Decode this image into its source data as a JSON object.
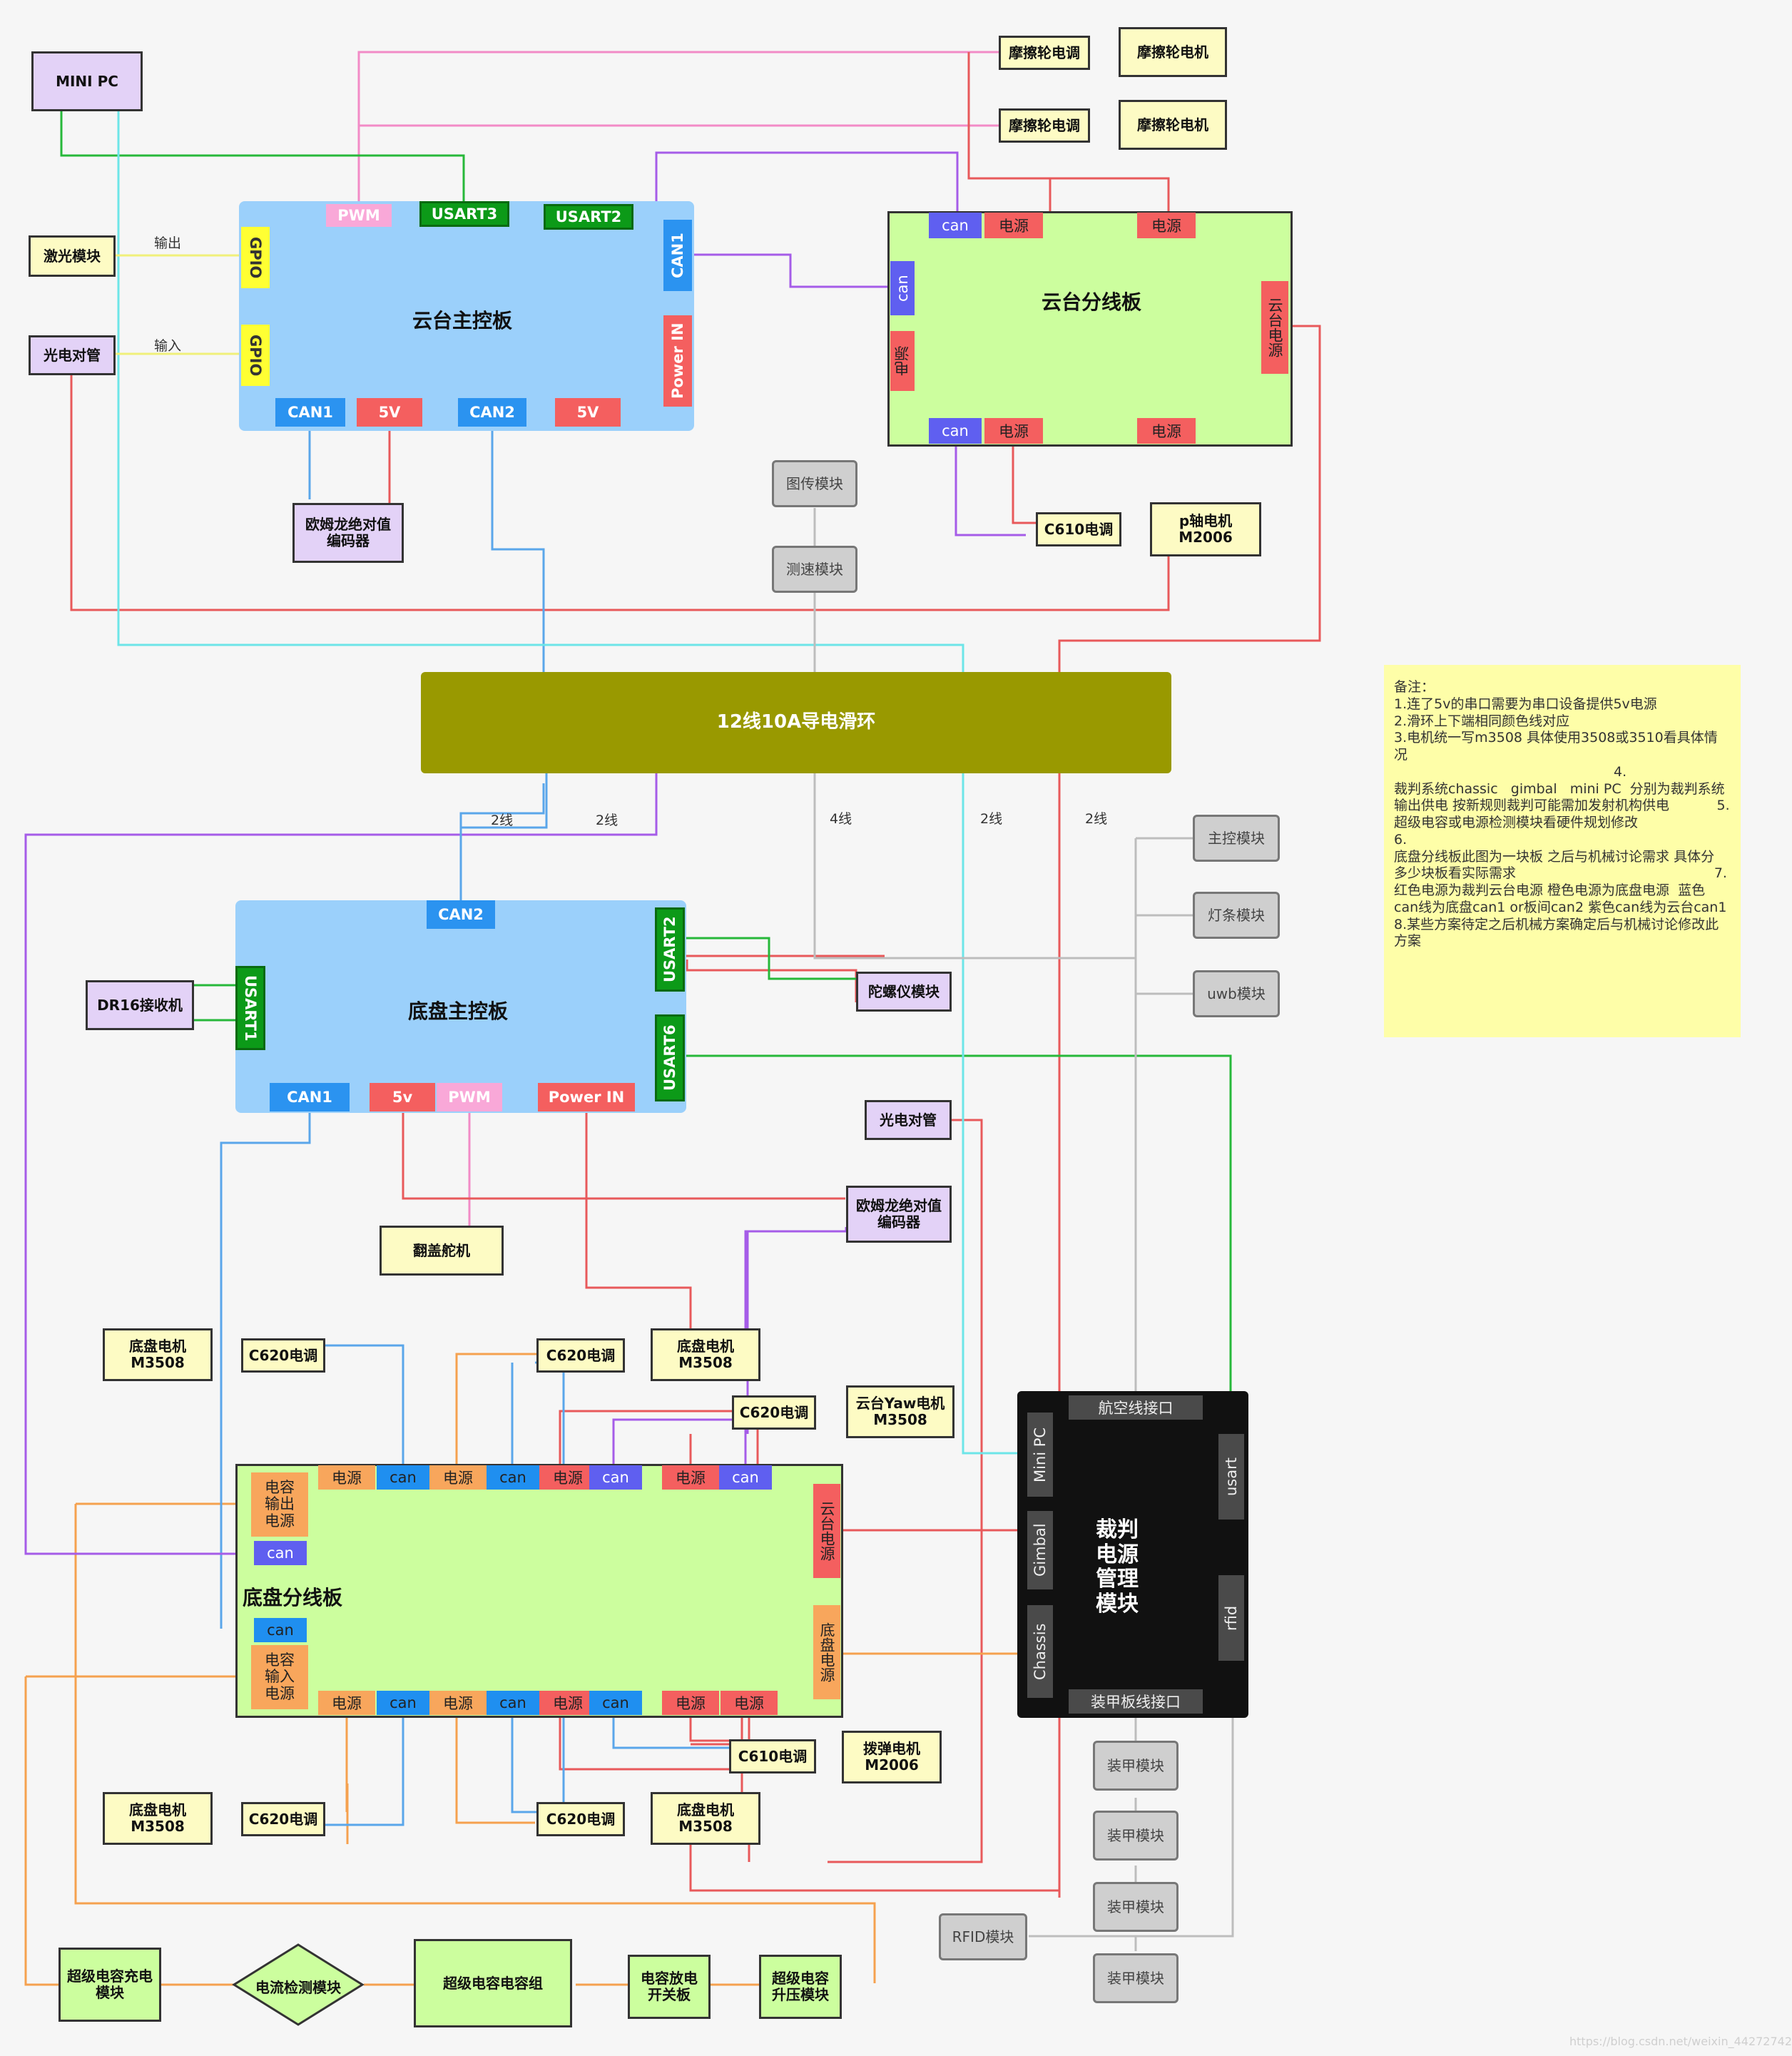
{
  "top": {
    "minipc": "MINI PC",
    "laser": "激光模块",
    "photo": "光电对管",
    "out_label": "输出",
    "in_label": "输入",
    "fric_esc": "摩擦轮电调",
    "fric_motor": "摩擦轮电机",
    "encoder": "欧姆龙绝对值\n编码器",
    "img_tx": "图传模块",
    "speed": "测速模块"
  },
  "gimbal_board": {
    "title": "云台主控板",
    "pwm": "PWM",
    "usart3": "USART3",
    "usart2": "USART2",
    "gpio": "GPIO",
    "can1": "CAN1",
    "power_in": "Power IN",
    "can1_b": "CAN1",
    "five_v": "5V",
    "can2_b": "CAN2"
  },
  "gimbal_split": {
    "title": "云台分线板",
    "can": "can",
    "power": "电源",
    "gimbal_power": "云台电源",
    "c610": "C610电调",
    "pmotor": "p轴电机\nM2006"
  },
  "slip": {
    "title": "12线10A导电滑环",
    "w2a": "2线",
    "w2b": "2线",
    "w4": "4线",
    "w2c": "2线",
    "w2d": "2线"
  },
  "chassis_board": {
    "title": "底盘主控板",
    "can2": "CAN2",
    "usart2": "USART2",
    "usart1": "USART1",
    "usart6": "USART6",
    "can1": "CAN1",
    "five_v": "5v",
    "pwm": "PWM",
    "power_in": "Power IN"
  },
  "periph": {
    "dr16": "DR16接收机",
    "gyro": "陀螺仪模块",
    "photo2": "光电对管",
    "encoder2": "欧姆龙绝对值\n编码器",
    "servo": "翻盖舵机",
    "main_mod": "主控模块",
    "light": "灯条模块",
    "uwb": "uwb模块"
  },
  "chassis_split": {
    "title": "底盘分线板",
    "power": "电源",
    "can": "can",
    "cap_out": "电容\n输出\n电源",
    "cap_in": "电容\n输入\n电源",
    "gimbal_power": "云台电源",
    "chassis_power": "底盘电源"
  },
  "motors": {
    "m3508": "底盘电机\nM3508",
    "c620": "C620电调",
    "yaw": "云台Yaw电机\nM3508",
    "c610": "C610电调",
    "feed": "拨弹电机\nM2006"
  },
  "referee": {
    "title": "裁判\n电源\n管理\n模块",
    "aviation": "航空线接口",
    "armor_if": "装甲板线接口",
    "minipc": "Mini PC",
    "gimbal": "Gimbal",
    "chassis": "Chassis",
    "usart": "usart",
    "rfid": "rfid",
    "armor": "装甲模块",
    "rfid_mod": "RFID模块"
  },
  "cap": {
    "charge": "超级电容充电\n模块",
    "detect": "电流检测模块",
    "bank": "超级电容电容组",
    "discharge": "电容放电\n开关板",
    "boost": "超级电容\n升压模块"
  },
  "note": {
    "lines": [
      "备注：",
      "1.连了5v的串口需要为串口设备提供5v电源",
      "2.滑环上下端相同颜色线对应",
      "3.电机统一写m3508 具体使用3508或3510看具体情况",
      "                                                   4.",
      "裁判系统chassic   gimbal   mini PC  分别为裁判系统",
      "输出供电 按新规则裁判可能需加发射机构供电           5.",
      "超级电容或电源检测模块看硬件规划修改                    6.",
      "底盘分线板此图为一块板 之后与机械讨论需求 具体分",
      "多少块板看实际需求                                              7.",
      "红色电源为裁判云台电源 橙色电源为底盘电源  蓝色",
      "can线为底盘can1 or板间can2 紫色can线为云台can1",
      "8.某些方案待定之后机械方案确定后与机械讨论修改此",
      "方案"
    ]
  },
  "watermark": "https://blog.csdn.net/weixin_44272742",
  "colors": {
    "red": "#e8595b",
    "orange": "#f5a14f",
    "blue": "#5aa6ea",
    "purple": "#a55ce8",
    "green": "#27b83a",
    "cyan": "#6de5e8",
    "pink": "#f28bc7",
    "gray": "#bdbdbd",
    "slip": "#999900",
    "board": "#9bd0fb",
    "split": "#ccfe9e",
    "note": "#fefea8"
  }
}
